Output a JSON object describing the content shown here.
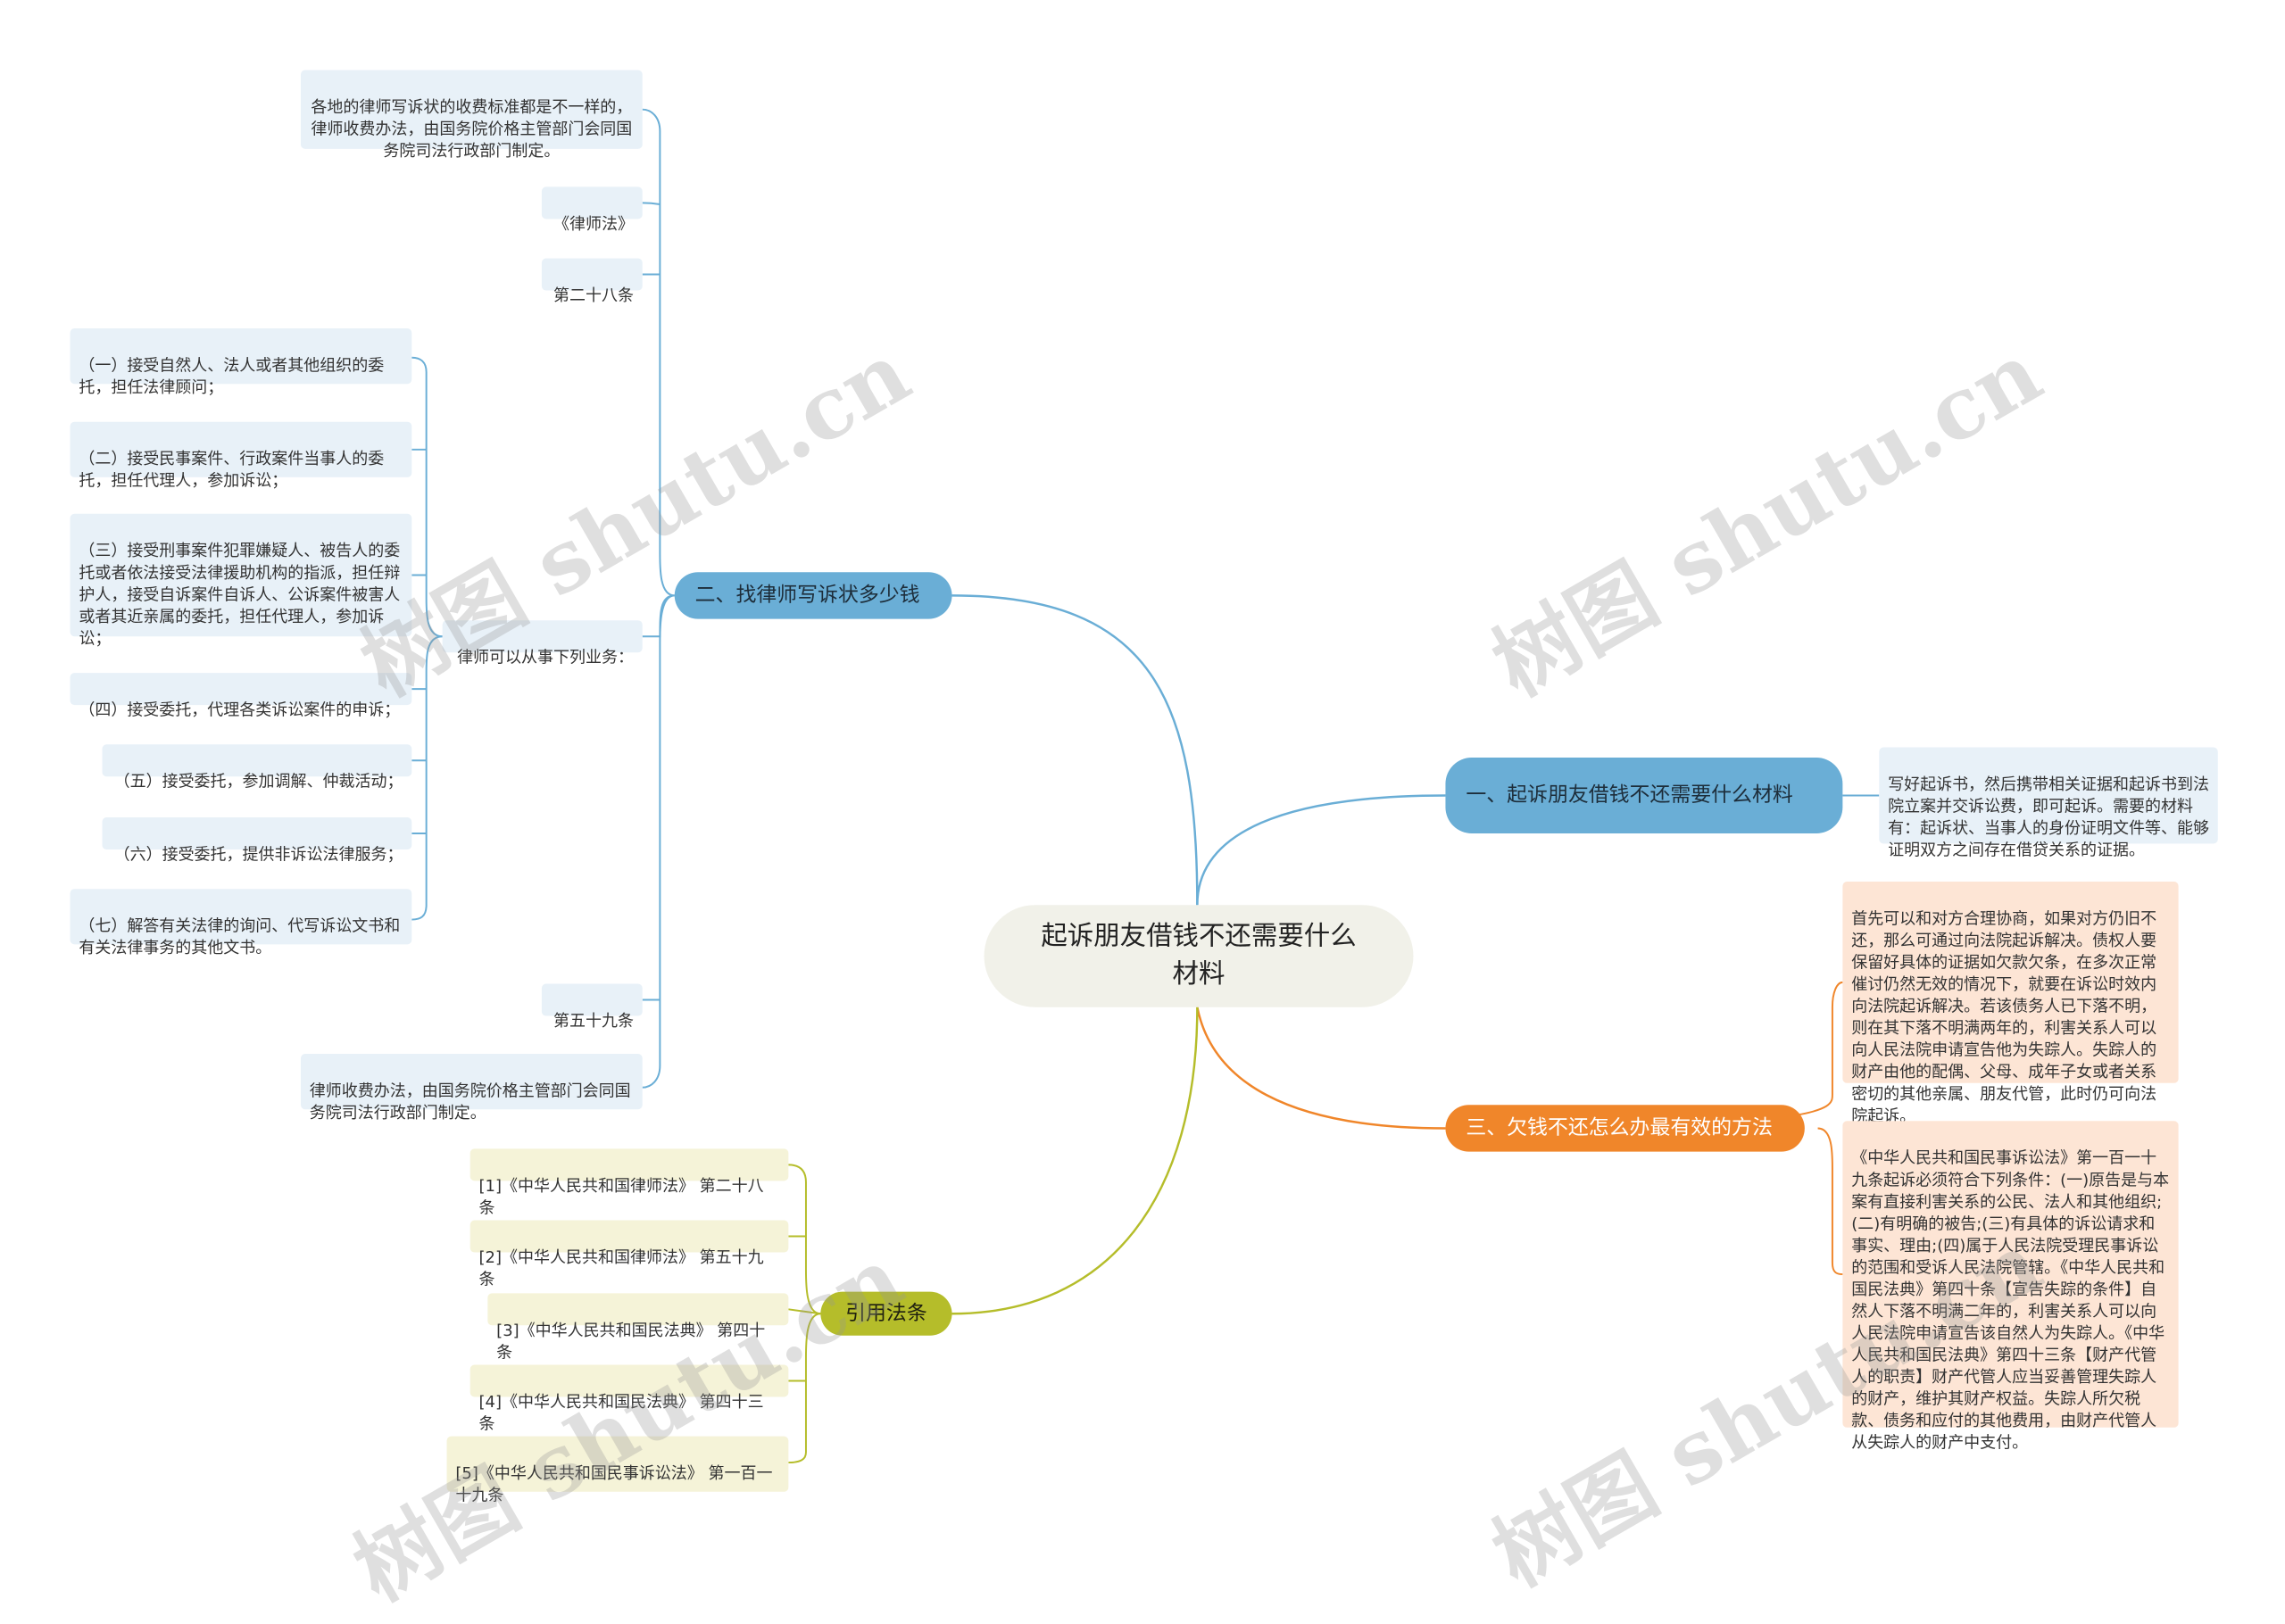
{
  "root": {
    "title": "起诉朋友借钱不还需要什么材料"
  },
  "branch1": {
    "label": "一、起诉朋友借钱不还需要什么材料",
    "leaf": "写好起诉书，然后携带相关证据和起诉书到法院立案并交诉讼费，即可起诉。需要的材料有：起诉状、当事人的身份证明文件等、能够证明双方之间存在借贷关系的证据。"
  },
  "branch2": {
    "label": "二、找律师写诉状多少钱",
    "items": [
      "各地的律师写诉状的收费标准都是不一样的，律师收费办法，由国务院价格主管部门会同国务院司法行政部门制定。",
      "《律师法》",
      "第二十八条",
      "律师可以从事下列业务：",
      "第五十九条",
      "律师收费办法，由国务院价格主管部门会同国务院司法行政部门制定。"
    ],
    "duties": [
      "（一）接受自然人、法人或者其他组织的委托，担任法律顾问；",
      "（二）接受民事案件、行政案件当事人的委托，担任代理人，参加诉讼；",
      "（三）接受刑事案件犯罪嫌疑人、被告人的委托或者依法接受法律援助机构的指派，担任辩护人，接受自诉案件自诉人、公诉案件被害人或者其近亲属的委托，担任代理人，参加诉讼；",
      "（四）接受委托，代理各类诉讼案件的申诉；",
      "（五）接受委托，参加调解、仲裁活动；",
      "（六）接受委托，提供非诉讼法律服务；",
      "（七）解答有关法律的询问、代写诉讼文书和有关法律事务的其他文书。"
    ]
  },
  "branch3": {
    "label": "三、欠钱不还怎么办最有效的方法",
    "leaves": [
      "首先可以和对方合理协商，如果对方仍旧不还，那么可通过向法院起诉解决。债权人要保留好具体的证据如欠款欠条，在多次正常催讨仍然无效的情况下，就要在诉讼时效内向法院起诉解决。若该债务人已下落不明，则在其下落不明满两年的，利害关系人可以向人民法院申请宣告他为失踪人。失踪人的财产由他的配偶、父母、成年子女或者关系密切的其他亲属、朋友代管，此时仍可向法院起诉。",
      "《中华人民共和国民事诉讼法》第一百一十九条起诉必须符合下列条件：(一)原告是与本案有直接利害关系的公民、法人和其他组织;(二)有明确的被告;(三)有具体的诉讼请求和事实、理由;(四)属于人民法院受理民事诉讼的范围和受诉人民法院管辖。《中华人民共和国民法典》第四十条【宣告失踪的条件】自然人下落不明满二年的，利害关系人可以向人民法院申请宣告该自然人为失踪人。《中华人民共和国民法典》第四十三条【财产代管人的职责】财产代管人应当妥善管理失踪人的财产，维护其财产权益。失踪人所欠税款、债务和应付的其他费用，由财产代管人从失踪人的财产中支付。"
    ]
  },
  "branch4": {
    "label": "引用法条",
    "leaves": [
      "[1]《中华人民共和国律师法》 第二十八条",
      "[2]《中华人民共和国律师法》 第五十九条",
      "[3]《中华人民共和国民法典》 第四十条",
      "[4]《中华人民共和国民法典》 第四十三条",
      "[5]《中华人民共和国民事诉讼法》 第一百一十九条"
    ]
  },
  "watermark": "树图 shutu.cn",
  "colors": {
    "blue": "#6aaed6",
    "orange": "#f0862a",
    "olive": "#b5bd2a",
    "root_bg": "#f1f1e9"
  }
}
